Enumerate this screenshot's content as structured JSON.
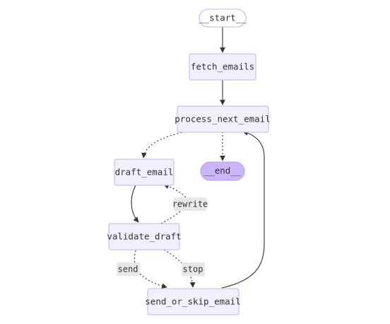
{
  "nodes": {
    "start": "__start__",
    "fetch_emails": "fetch_emails",
    "process_next_email": "process_next_email",
    "draft_email": "draft_email",
    "end": "__end__",
    "validate_draft": "validate_draft",
    "send_or_skip_email": "send_or_skip_email"
  },
  "edge_labels": {
    "rewrite": "rewrite",
    "send": "send",
    "stop": "stop"
  },
  "colors": {
    "node_fill": "#f2effe",
    "node_border": "#c3b0f5",
    "end_fill": "#cbb5f8",
    "edge": "#333333",
    "label_bg": "#e8e8e8"
  }
}
